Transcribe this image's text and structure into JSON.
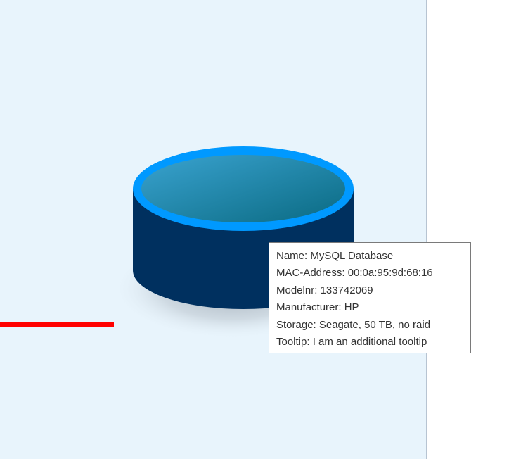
{
  "node": {
    "icon": "database-icon",
    "colors": {
      "rim": "#0099ff",
      "top_fill_light": "#3aa3d0",
      "top_fill_dark": "#0a6a82",
      "body": "#00305f",
      "shadow": "#b9c3cc"
    }
  },
  "edge": {
    "color": "#ff0000"
  },
  "tooltip": {
    "lines": [
      "Name: MySQL Database",
      "MAC-Address: 00:0a:95:9d:68:16",
      "Modelnr: 133742069",
      "Manufacturer: HP",
      "Storage: Seagate, 50 TB, no raid",
      "Tooltip: I am an additional tooltip"
    ]
  },
  "colors": {
    "canvas_bg": "#e8f4fc",
    "page_bg": "#ffffff",
    "divider": "#b7c4d2"
  }
}
